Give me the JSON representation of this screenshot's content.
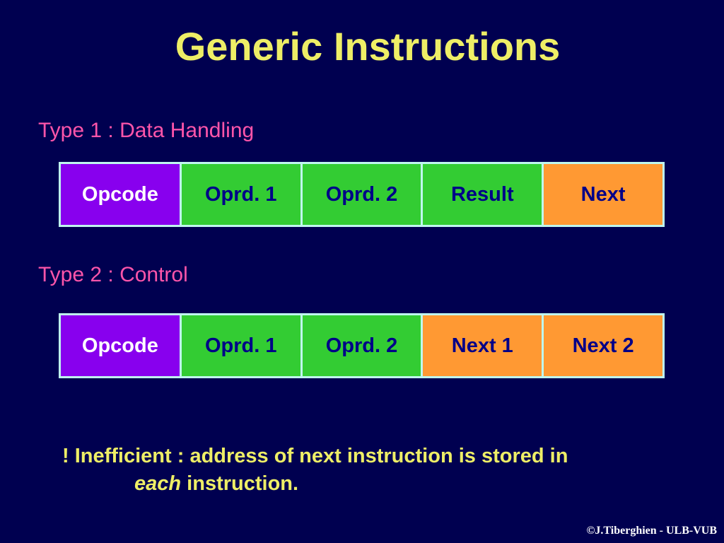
{
  "slide": {
    "title": "Generic Instructions",
    "type1": {
      "label": "Type 1 : Data Handling",
      "fields": [
        "Opcode",
        "Oprd. 1",
        "Oprd. 2",
        "Result",
        "Next"
      ]
    },
    "type2": {
      "label": "Type 2 : Control",
      "fields": [
        "Opcode",
        "Oprd. 1",
        "Oprd. 2",
        "Next 1",
        "Next 2"
      ]
    },
    "note": {
      "line1": "! Inefficient : address of next instruction is stored in",
      "emphasis": "each",
      "line2_rest": " instruction."
    },
    "credit": "©J.Tiberghien - ULB-VUB"
  },
  "colors": {
    "background": "#000050",
    "title": "#eeee66",
    "type_label": "#ff55aa",
    "opcode": "#8800ee",
    "operand": "#33cc33",
    "next": "#ff9933",
    "field_text": "#000088",
    "border": "#bff7ee"
  }
}
